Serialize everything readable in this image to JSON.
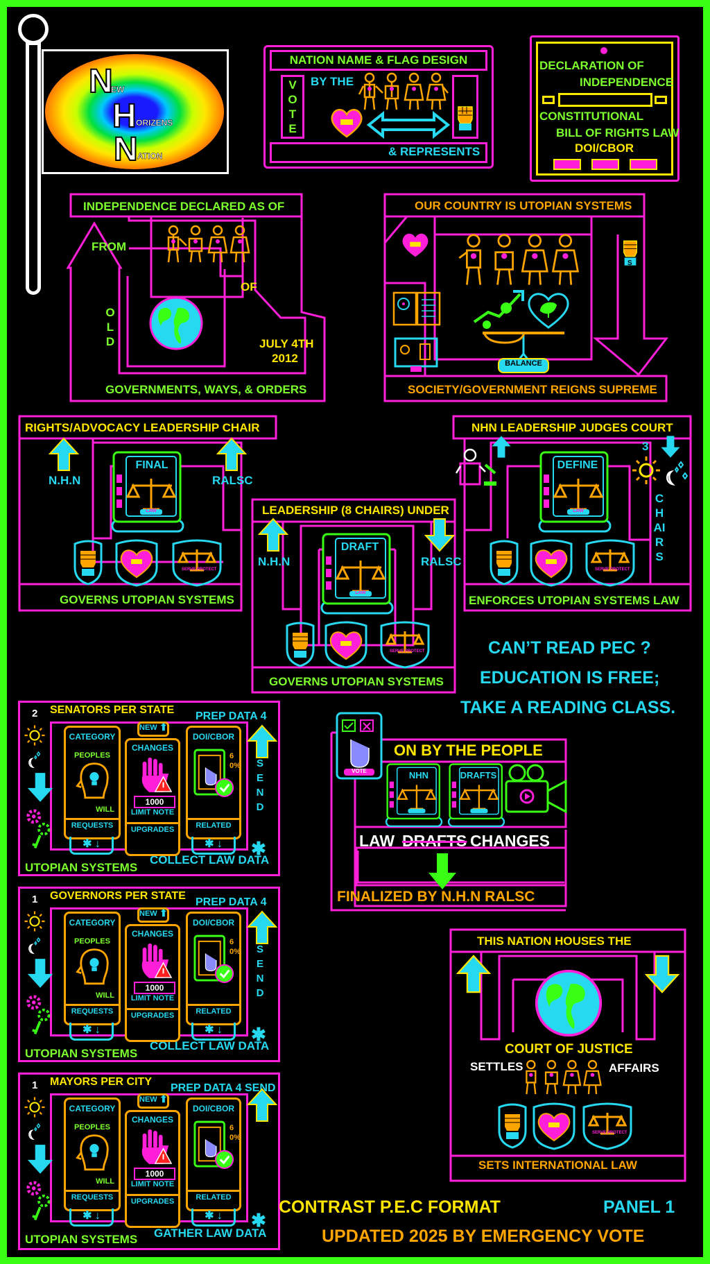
{
  "logo": {
    "letters": [
      "N",
      "H",
      "N"
    ],
    "words": [
      "EW",
      "ORIZENS",
      "ATION"
    ]
  },
  "nation_box": {
    "title": "NATION NAME & FLAG DESIGN",
    "vote": "VOTE",
    "by_the": "BY THE",
    "represents": "& REPRESENTS"
  },
  "declaration": {
    "line1": "DECLARATION OF",
    "line2": "INDEPENDENCE",
    "line3": "CONSTITUTIONAL",
    "line4": "BILL OF RIGHTS LAW",
    "line5": "DOI/CBOR"
  },
  "independence": {
    "title": "INDEPENDENCE DECLARED AS OF",
    "from": "FROM",
    "old": "OLD",
    "of": "OF",
    "date1": "JULY 4TH",
    "date2": "2012",
    "bottom": "GOVERNMENTS, WAYS, & ORDERS"
  },
  "utopian": {
    "title": "OUR COUNTRY IS UTOPIAN SYSTEMS",
    "balance": "BALANCE",
    "bottom": "SOCIETY/GOVERNMENT REIGNS SUPREME",
    "fist_letter": "S"
  },
  "rights": {
    "title": "RIGHTS/ADVOCACY LEADERSHIP CHAIR",
    "left": "N.H.N",
    "right": "RALSC",
    "book": "FINAL",
    "bottom": "GOVERNS UTOPIAN SYSTEMS"
  },
  "judges": {
    "title": "NHN LEADERSHIP JUDGES COURT",
    "book": "DEFINE",
    "count": "3",
    "chairs": "CHAIRS",
    "bottom": "ENFORCES UTOPIAN SYSTEMS LAW"
  },
  "leadership": {
    "title": "LEADERSHIP (8 CHAIRS) UNDER",
    "left": "N.H.N",
    "right": "RALSC",
    "book": "DRAFT",
    "bottom": "GOVERNS UTOPIAN SYSTEMS"
  },
  "law_word": "LAW",
  "serve_protect": "SERVE PROTECT",
  "reading": {
    "line1": "CAN’T READ PEC ?",
    "line2": "EDUCATION IS FREE;",
    "line3": "TAKE A READING CLASS."
  },
  "senators": {
    "count": "2",
    "title": "SENATORS PER STATE",
    "prep": "PREP DATA 4",
    "send": "SEND",
    "bottom_left": "UTOPIAN SYSTEMS",
    "bottom_right": "COLLECT LAW DATA"
  },
  "governors": {
    "count": "1",
    "title": "GOVERNORS PER STATE",
    "prep": "PREP DATA 4",
    "send": "SEND",
    "bottom_left": "UTOPIAN SYSTEMS",
    "bottom_right": "COLLECT LAW DATA"
  },
  "mayors": {
    "count": "1",
    "title": "MAYORS PER CITY",
    "prep": "PREP DATA 4 SEND",
    "bottom_left": "UTOPIAN SYSTEMS",
    "bottom_right": "GATHER LAW DATA"
  },
  "cards": {
    "category": "CATEGORY",
    "peoples": "PEOPLES",
    "will": "WILL",
    "requests": "REQUESTS",
    "new": "NEW",
    "changes": "CHANGES",
    "limit_num": "1000",
    "limit_note": "LIMIT NOTE",
    "upgrades": "UPGRADES",
    "doi": "DOI/CBOR",
    "percent": "60%",
    "related": "RELATED"
  },
  "people_vote": {
    "title": "ON BY THE PEOPLE",
    "vote": "VOTE",
    "nhn": "NHN",
    "drafts": "DRAFTS",
    "law": "LAW",
    "struck": "DRAFTS",
    "changes": "CHANGES",
    "final": "FINALIZED BY N.H.N RALSC"
  },
  "court": {
    "title": "THIS NATION HOUSES THE",
    "court": "COURT OF JUSTICE",
    "settles": "SETTLES",
    "affairs": "AFFAIRS",
    "bottom": "SETS INTERNATIONAL LAW"
  },
  "footer": {
    "format": "CONTRAST P.E.C FORMAT",
    "panel": "PANEL 1",
    "updated": "UPDATED 2025 BY EMERGENCY VOTE"
  },
  "colors": {
    "magenta": "#ff1fd8",
    "green": "#7dff2e",
    "cyan": "#27d9f0",
    "yellow": "#ffe600",
    "orange": "#ffa500"
  }
}
